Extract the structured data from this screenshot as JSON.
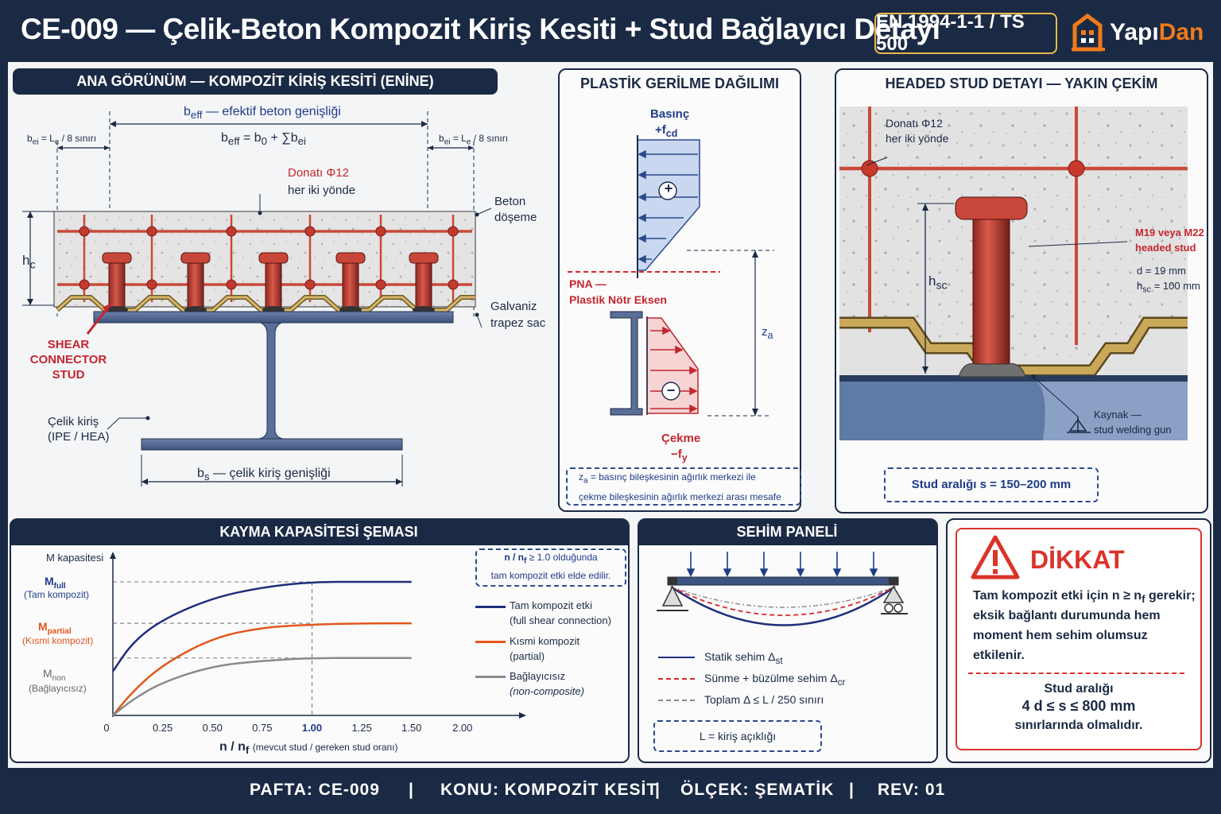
{
  "header": {
    "title": "CE-009 — Çelik-Beton Kompozit Kiriş Kesiti + Stud Bağlayıcı Detayı",
    "standard": "EN 1994-1-1 / TS 500",
    "logo_a": "Yapı",
    "logo_b": "Dan"
  },
  "main_view": {
    "title": "ANA GÖRÜNÜM — KOMPOZİT KİRİŞ KESİTİ (ENİNE)",
    "beff_label": "b",
    "beff_sub": "eff",
    "beff_text": "— efektif beton genişliği",
    "formula_a": "b",
    "formula_sub": "eff",
    "formula_rest": "=  b",
    "formula_sub2": "0",
    "formula_end": "+ ∑b",
    "formula_sub3": "ei",
    "bei_left": "b",
    "bei_left_sub": "ei",
    "bei_left_rest": "= L",
    "bei_left_sub2": "e",
    "bei_left_end": "/ 8 sınırı",
    "rebar_label": "Donatı Φ12",
    "rebar_sub": "her iki yönde",
    "slab_label": "Beton",
    "slab_label2": "döşeme",
    "hc": "h",
    "hc_sub": "c",
    "deck_label": "Galvaniz",
    "deck_label2": "trapez sac",
    "stud_label1": "SHEAR",
    "stud_label2": "CONNECTOR",
    "stud_label3": "STUD",
    "beam_label": "Çelik kiriş",
    "beam_label2": "(IPE / HEA)",
    "bs_label": "b",
    "bs_sub": "s",
    "bs_rest": "— çelik kiriş genişliği"
  },
  "plastic": {
    "title": "PLASTİK GERİLME DAĞILIMI",
    "comp_label": "Basınç",
    "comp_val": "+f",
    "comp_sub": "cd",
    "pna_label": "PNA —",
    "pna_label2": "Plastik Nötr Eksen",
    "za": "z",
    "za_sub": "a",
    "tension_label": "Çekme",
    "tension_val": "−f",
    "tension_sub": "y",
    "plus": "+",
    "minus": "−",
    "note1": "= basınç bileşkesinin ağırlık merkezi ile",
    "note2": "çekme bileşkesinin ağırlık merkezi arası mesafe"
  },
  "stud_detail": {
    "title": "HEADED STUD DETAYI — YAKIN ÇEKİM",
    "rebar_label": "Donatı Φ12",
    "rebar_sub": "her iki yönde",
    "hsc": "h",
    "hsc_sub": "sc",
    "stud_type": "M19 veya M22",
    "stud_type2": "headed stud",
    "d_val": "d = 19 mm",
    "hsc_val_a": "h",
    "hsc_val_sub": "sc",
    "hsc_val_b": "= 100 mm",
    "weld_label": "Kaynak —",
    "weld_label2": "stud welding gun",
    "spacing": "Stud aralığı  s = 150–200 mm"
  },
  "shear_chart": {
    "title": "KAYMA KAPASİTESİ ŞEMASI",
    "note_a": "n / n",
    "note_sub": "f",
    "note_b": "≥ 1.0 olduğunda",
    "note2": "tam kompozit etki elde edilir.",
    "legend": [
      {
        "label": "Tam kompozit etki",
        "label2": "(full shear connection)",
        "color": "#1f2f7a"
      },
      {
        "label": "Kısmi kompozit",
        "label2": "(partial)",
        "color": "#e2561c"
      },
      {
        "label": "Bağlayıcısız",
        "label2": "(non-composite)",
        "color": "#8a8a8a"
      }
    ],
    "y_title": "M  kapasitesi",
    "m_full": "M",
    "m_full_sub": "full",
    "m_full_2": "(Tam kompozit)",
    "m_partial": "M",
    "m_partial_sub": "partial",
    "m_partial_2": "(Kısmi kompozit)",
    "m_non": "M",
    "m_non_sub": "non",
    "m_non_2": "(Bağlayıcısız)",
    "x_title_a": "n / n",
    "x_title_sub": "f",
    "x_title_b": "(mevcut stud / gereken stud oranı)"
  },
  "chart_data": {
    "type": "line",
    "xlabel": "n / nf  (mevcut stud / gereken stud oranı)",
    "ylabel": "M  kapasitesi",
    "xlim": [
      0,
      2.0
    ],
    "x_ticks": [
      "0",
      "0.25",
      "0.50",
      "0.75",
      "1.00",
      "1.25",
      "1.50",
      "2.00"
    ],
    "series": [
      {
        "name": "Tam kompozit etki",
        "x": [
          0,
          0.1,
          0.25,
          0.5,
          0.75,
          1.0,
          1.25,
          1.5
        ],
        "y": [
          0.33,
          0.55,
          0.72,
          0.88,
          0.96,
          1.0,
          1.0,
          1.0
        ]
      },
      {
        "name": "Kısmi kompozit",
        "x": [
          0,
          0.1,
          0.25,
          0.5,
          0.75,
          1.0,
          1.25,
          1.5
        ],
        "y": [
          0.0,
          0.18,
          0.38,
          0.58,
          0.66,
          0.68,
          0.69,
          0.69
        ]
      },
      {
        "name": "Bağlayıcısız",
        "x": [
          0,
          0.1,
          0.25,
          0.5,
          0.75,
          1.0,
          1.25,
          1.5
        ],
        "y": [
          0.0,
          0.12,
          0.25,
          0.37,
          0.41,
          0.43,
          0.43,
          0.43
        ]
      }
    ]
  },
  "deflection": {
    "title": "SEHİM PANELİ",
    "legend1": "Statik sehim  Δ",
    "legend1_sub": "st",
    "legend2": "Sünme + büzülme sehim  Δ",
    "legend2_sub": "cr",
    "legend3": "Toplam  Δ ≤ L / 250 sınırı",
    "note": "L = kiriş açıklığı"
  },
  "warning": {
    "title": "DİKKAT",
    "text1": "Tam kompozit etki için  n ≥ n",
    "text1_sub": "f",
    "text1_end": " gerekir;",
    "text2": "eksik bağlantı durumunda hem",
    "text3": "moment hem sehim olumsuz",
    "text4": "etkilenir.",
    "spacing1": "Stud aralığı",
    "spacing2": "4 d  ≤  s  ≤  800 mm",
    "spacing3": "sınırlarında olmalıdır."
  },
  "footer": {
    "pafta": "PAFTA:  CE-009",
    "konu": "KONU:  KOMPOZİT KESİT",
    "olcek": "ÖLÇEK:  ŞEMATİK",
    "rev": "REV:  01",
    "sep": "|"
  },
  "colors": {
    "navy": "#1b2a44",
    "steel": "#4a6189",
    "stud": "#c4473a",
    "concrete": "#e6e6e6",
    "deck": "#c9a85a",
    "blue_line": "#1f2f7a",
    "orange_line": "#e2561c",
    "gray_line": "#8a8a8a",
    "warning_red": "#d9342b"
  }
}
